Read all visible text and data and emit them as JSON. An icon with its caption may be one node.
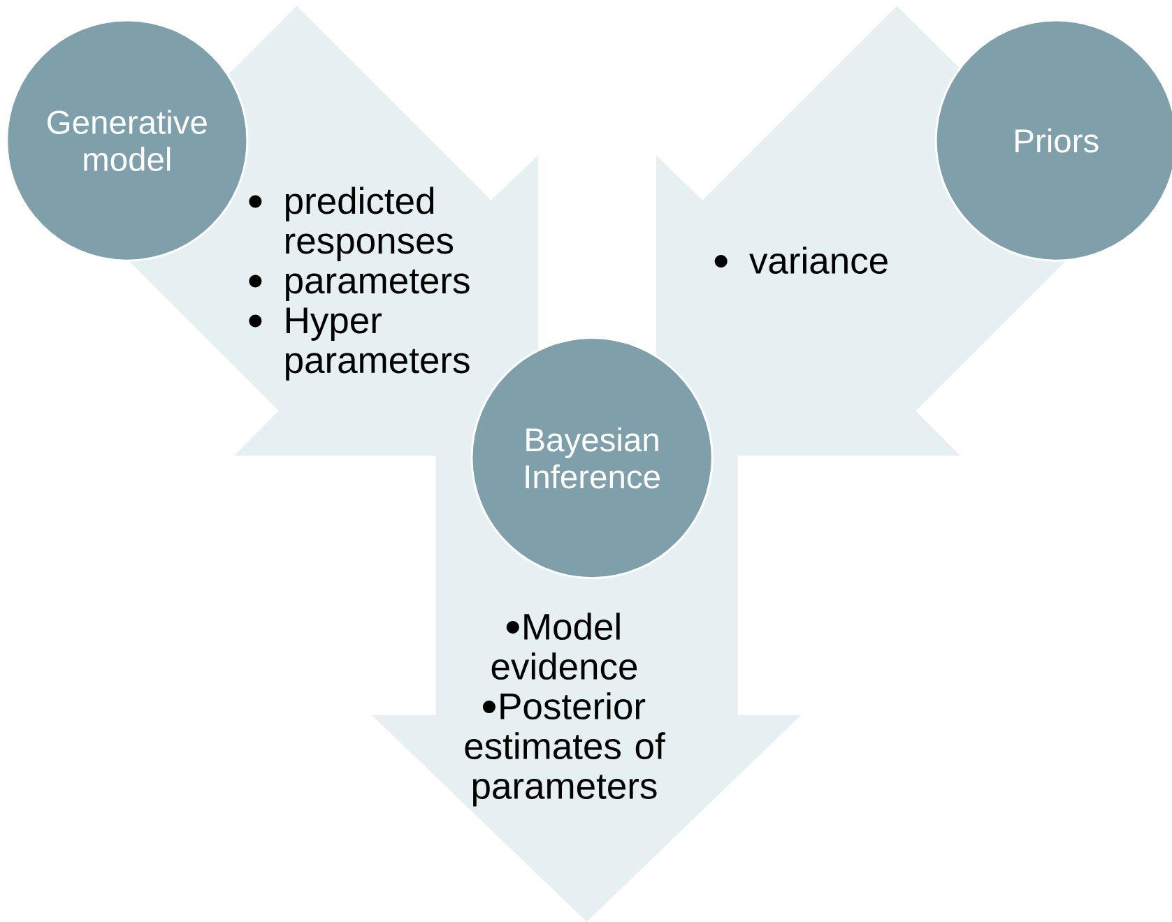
{
  "diagram": {
    "nodes": [
      {
        "text": [
          "Generative model"
        ]
      },
      {
        "text": [
          "predicted responses",
          "parameters",
          "Hyper parameters"
        ]
      },
      {
        "text": [
          "Priors"
        ]
      },
      {
        "text": [
          "variance"
        ]
      },
      {
        "text": [
          "Bayesian Inference"
        ]
      },
      {
        "text": [
          "Model evidence",
          "Posterior estimates of parameters"
        ]
      }
    ]
  }
}
